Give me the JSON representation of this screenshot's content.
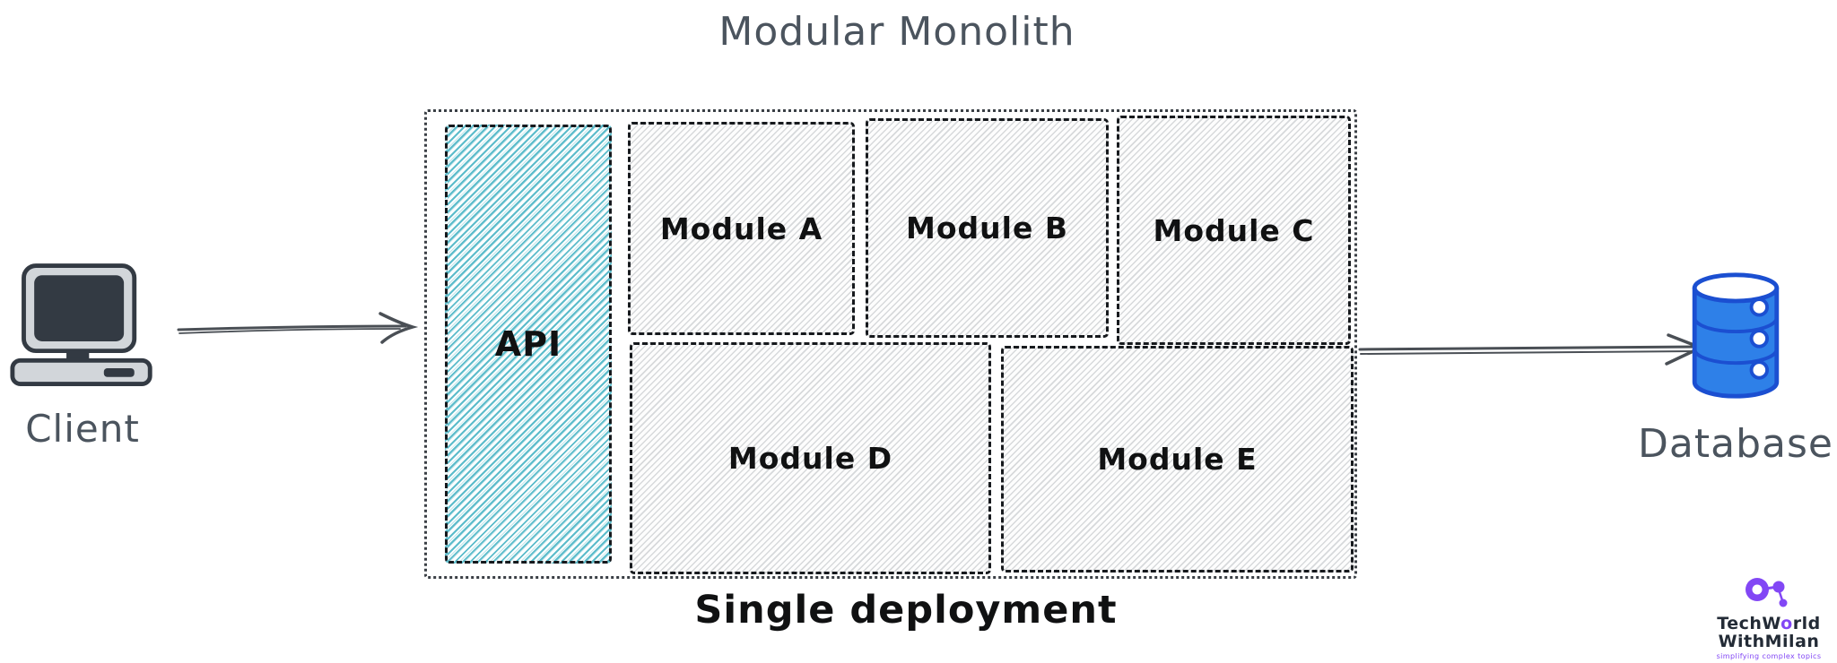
{
  "title": "Modular Monolith",
  "client": {
    "label": "Client"
  },
  "database": {
    "label": "Database"
  },
  "monolith": {
    "api_label": "API",
    "modules": [
      "Module A",
      "Module B",
      "Module C",
      "Module D",
      "Module E"
    ],
    "caption": "Single deployment"
  },
  "logo": {
    "brand_part1": "TechW",
    "brand_o": "o",
    "brand_part2": "rld",
    "brand_line2": "WithMilan",
    "tagline": "simplifying complex topics"
  },
  "colors": {
    "api_hatch_teal": "#5cbccb",
    "module_hatch_gray": "#d7d9db",
    "box_border": "#16191d",
    "outer_border": "#3a3f45",
    "arrow_gray": "#4a4f55",
    "label_gray": "#4b545e",
    "label_black": "#101112",
    "db_fill_blue": "#2e80e8",
    "db_stroke_blue": "#1b4fd1",
    "icon_gray": "#d2d6da",
    "icon_dark": "#333a43",
    "logo_purple": "#8247f5",
    "logo_navy": "#232b36"
  }
}
